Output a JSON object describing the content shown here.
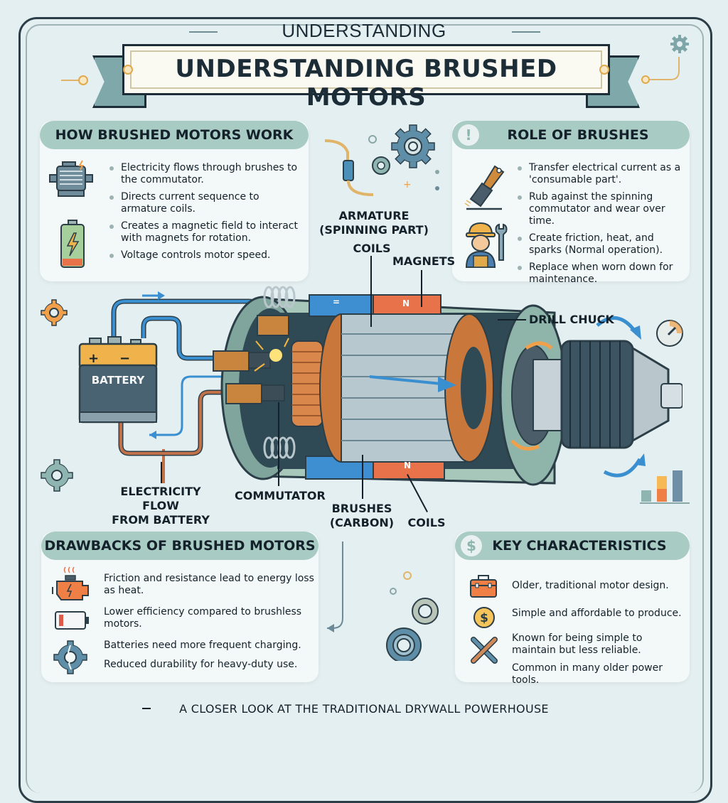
{
  "header": {
    "subtitle": "UNDERSTANDING",
    "title": "UNDERSTANDING BRUSHED MOTORS"
  },
  "panels": {
    "how_it_works": {
      "title": "HOW BRUSHED MOTORS WORK",
      "icons": [
        "electric-motor-icon",
        "battery-charging-icon"
      ],
      "bullets": [
        "Electricity flows through brushes to the commutator.",
        "Directs current sequence to armature coils.",
        "Creates a magnetic field to interact with magnets for rotation.",
        "Voltage controls motor speed."
      ]
    },
    "role_of_brushes": {
      "title": "ROLE OF BRUSHES",
      "badge": "!",
      "icons": [
        "brush-icon",
        "worker-with-wrench-icon"
      ],
      "bullets": [
        "Transfer electrical current as a 'consumable part'.",
        "Rub against the spinning commutator and wear over time.",
        "Create friction, heat, and sparks (Normal operation).",
        "Replace when worn down for maintenance."
      ]
    },
    "drawbacks": {
      "title": "DRAWBACKS OF BRUSHED MOTORS",
      "icons": [
        "hot-engine-icon",
        "low-battery-icon",
        "broken-gear-icon"
      ],
      "items": [
        "Friction and resistance lead to energy loss as heat.",
        "Lower efficiency compared to brushless motors.",
        "Batteries need more frequent charging.",
        "Reduced durability for heavy-duty use."
      ]
    },
    "key_characteristics": {
      "title": "KEY CHARACTERISTICS",
      "badge": "$",
      "icons": [
        "toolbox-icon",
        "dollar-coin-icon",
        "crossed-wrenches-icon"
      ],
      "items": [
        "Older, traditional motor design.",
        "Simple and affordable to produce.",
        "Known for being simple to maintain but less reliable.",
        "Common in many older power tools."
      ]
    }
  },
  "diagram": {
    "labels": {
      "armature": "ARMATURE",
      "armature_sub": "(SPINNING PART)",
      "coils_top": "COILS",
      "magnets": "MAGNETS",
      "drill_chuck": "DRILL CHUCK",
      "battery": "BATTERY",
      "battery_plus": "+",
      "battery_minus": "−",
      "electricity_flow_1": "ELECTRICITY FLOW",
      "electricity_flow_2": "FROM BATTERY",
      "commutator": "COMMUTATOR",
      "brushes_1": "BRUSHES",
      "brushes_2": "(CARBON)",
      "coils_bottom": "COILS",
      "magnet_n": "N",
      "magnet_s": "="
    },
    "colors": {
      "housing": "#a7c7bb",
      "housing_dark": "#2f4a55",
      "magnet_blue": "#3d8fd1",
      "magnet_orange": "#e8734a",
      "copper": "#c9773a",
      "wire_blue": "#3a8fd0",
      "wire_copper": "#c0714a",
      "battery_top": "#f0b24a",
      "battery_body": "#4a6373",
      "accent_orange": "#f0a04b"
    }
  },
  "footer": {
    "tagline": "A CLOSER LOOK AT THE TRADITIONAL DRYWALL POWERHOUSE"
  }
}
